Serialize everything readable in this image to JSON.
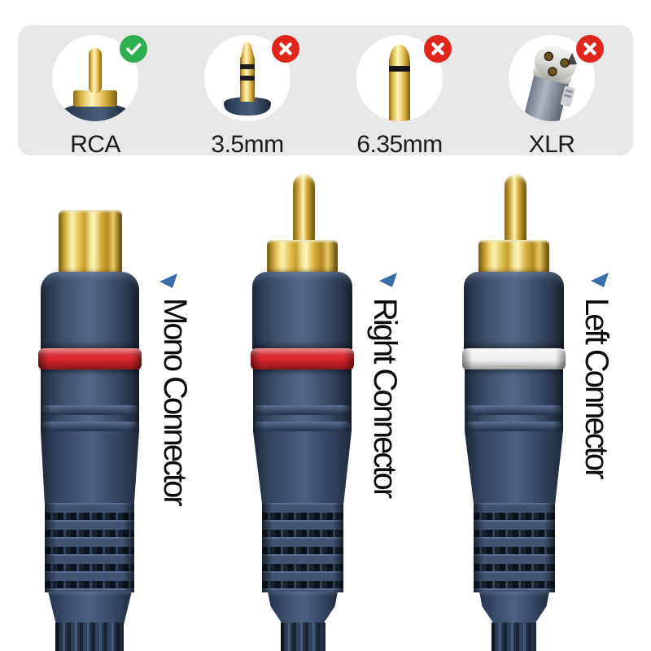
{
  "compatibility_bar": {
    "background": "#e8e8e8",
    "items": [
      {
        "label": "RCA",
        "status": "compatible",
        "badge": "check",
        "badge_color": "#2fae4f",
        "icon": "rca-plug-icon"
      },
      {
        "label": "3.5mm",
        "status": "not-compatible",
        "badge": "cross",
        "badge_color": "#e0261a",
        "icon": "3.5mm-plug-icon"
      },
      {
        "label": "6.35mm",
        "status": "not-compatible",
        "badge": "cross",
        "badge_color": "#e0261a",
        "icon": "6.35mm-plug-icon"
      },
      {
        "label": "XLR",
        "status": "not-compatible",
        "badge": "cross",
        "badge_color": "#e0261a",
        "icon": "xlr-plug-icon"
      }
    ]
  },
  "connectors": [
    {
      "label": "Mono Connector",
      "type": "rca-female",
      "band_name": "red",
      "band_color": "#d8232a"
    },
    {
      "label": "Right Connector",
      "type": "rca-male",
      "band_name": "red",
      "band_color": "#d8232a"
    },
    {
      "label": "Left Connector",
      "type": "rca-male",
      "band_name": "white",
      "band_color": "#f2f2f2"
    }
  ],
  "colors": {
    "pointer_arrow": "#3a6ea8",
    "gold": "#e2c14e",
    "body_navy": "#3e5069",
    "page_background": "#ffffff"
  }
}
